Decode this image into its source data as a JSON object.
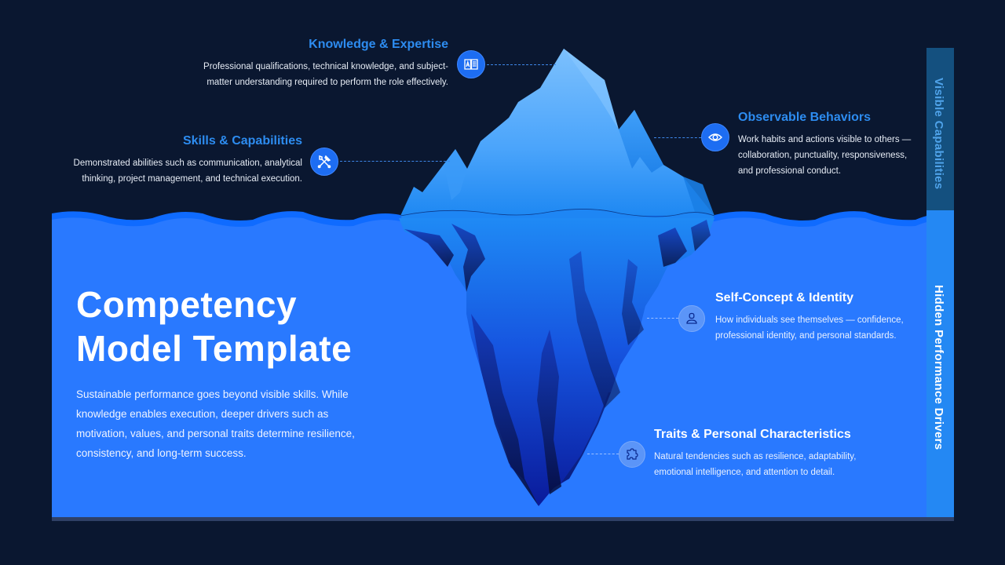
{
  "slide": {
    "title_line1": "Competency",
    "title_line2": "Model Template",
    "description": "Sustainable performance goes beyond visible skills. While knowledge enables execution, deeper drivers such as motivation, values, and personal traits determine resilience, consistency, and long-term success."
  },
  "side_labels": {
    "top": "Visible Capabilities",
    "bottom": "Hidden Performance Drivers"
  },
  "visible": [
    {
      "title": "Knowledge & Expertise",
      "text_line1": "Professional qualifications, technical knowledge, and subject-",
      "text_line2": "matter understanding required to perform the role effectively.",
      "icon": "book-icon"
    },
    {
      "title": "Skills & Capabilities",
      "text_line1": "Demonstrated abilities such as communication, analytical",
      "text_line2": "thinking, project management, and technical execution.",
      "icon": "tools-icon"
    },
    {
      "title": "Observable Behaviors",
      "text_line1": "Work habits and actions visible to others —",
      "text_line2": "collaboration, punctuality, responsiveness,",
      "text_line3": "and professional conduct.",
      "icon": "eye-icon"
    }
  ],
  "hidden": [
    {
      "title": "Self-Concept & Identity",
      "text_line1": "How individuals see themselves — confidence,",
      "text_line2": "professional identity, and personal standards.",
      "icon": "person-icon"
    },
    {
      "title": "Traits & Personal Characteristics",
      "text_line1": "Natural tendencies such as resilience, adaptability,",
      "text_line2": "emotional intelligence, and attention to detail.",
      "icon": "puzzle-icon"
    }
  ],
  "colors": {
    "background": "#0a1730",
    "water": "#2979ff",
    "wave_edge": "#0f6bff",
    "accent_heading": "#2d8cf0",
    "sidebar_top": "#14507f",
    "sidebar_bottom": "#2488f3",
    "iceberg_tip_light": "#78bdfc",
    "iceberg_deep": "#0a1a8a"
  }
}
